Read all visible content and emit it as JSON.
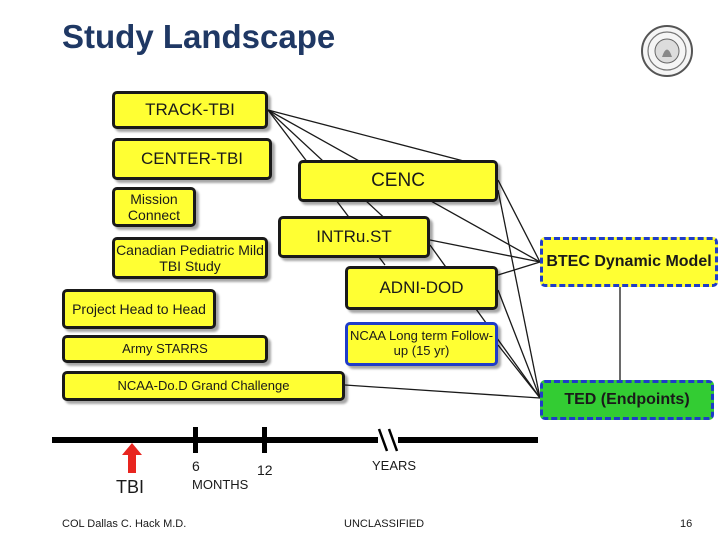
{
  "title": "Study Landscape",
  "studies": {
    "track_tbi": "TRACK-TBI",
    "center_tbi": "CENTER-TBI",
    "mission_connect": "Mission Connect",
    "canadian_pediatric": "Canadian Pediatric Mild TBI Study",
    "project_head": "Project Head to Head",
    "army_starrs": "Army STARRS",
    "ncaa_dod": "NCAA-Do.D Grand Challenge",
    "cenc": "CENC",
    "intrust": "INTRu.ST",
    "adni_dod": "ADNI-DOD",
    "ncaa_long_term": "NCAA Long term Follow-up (15 yr)",
    "btec": "BTEC Dynamic Model",
    "ted": "TED (Endpoints)"
  },
  "timeline": {
    "tbi_label": "TBI",
    "tick_6": "6",
    "tick_12": "12",
    "months_label": "MONTHS",
    "years_label": "YEARS"
  },
  "footer": {
    "author": "COL Dallas C. Hack M.D.",
    "classification": "UNCLASSIFIED",
    "page_number": "16"
  },
  "colors": {
    "title": "#1f3864",
    "box_fill": "#ffff33",
    "ted_fill": "#33cc33",
    "dashed_border": "#1f3cc8",
    "tbi_arrow": "#e8251f"
  }
}
